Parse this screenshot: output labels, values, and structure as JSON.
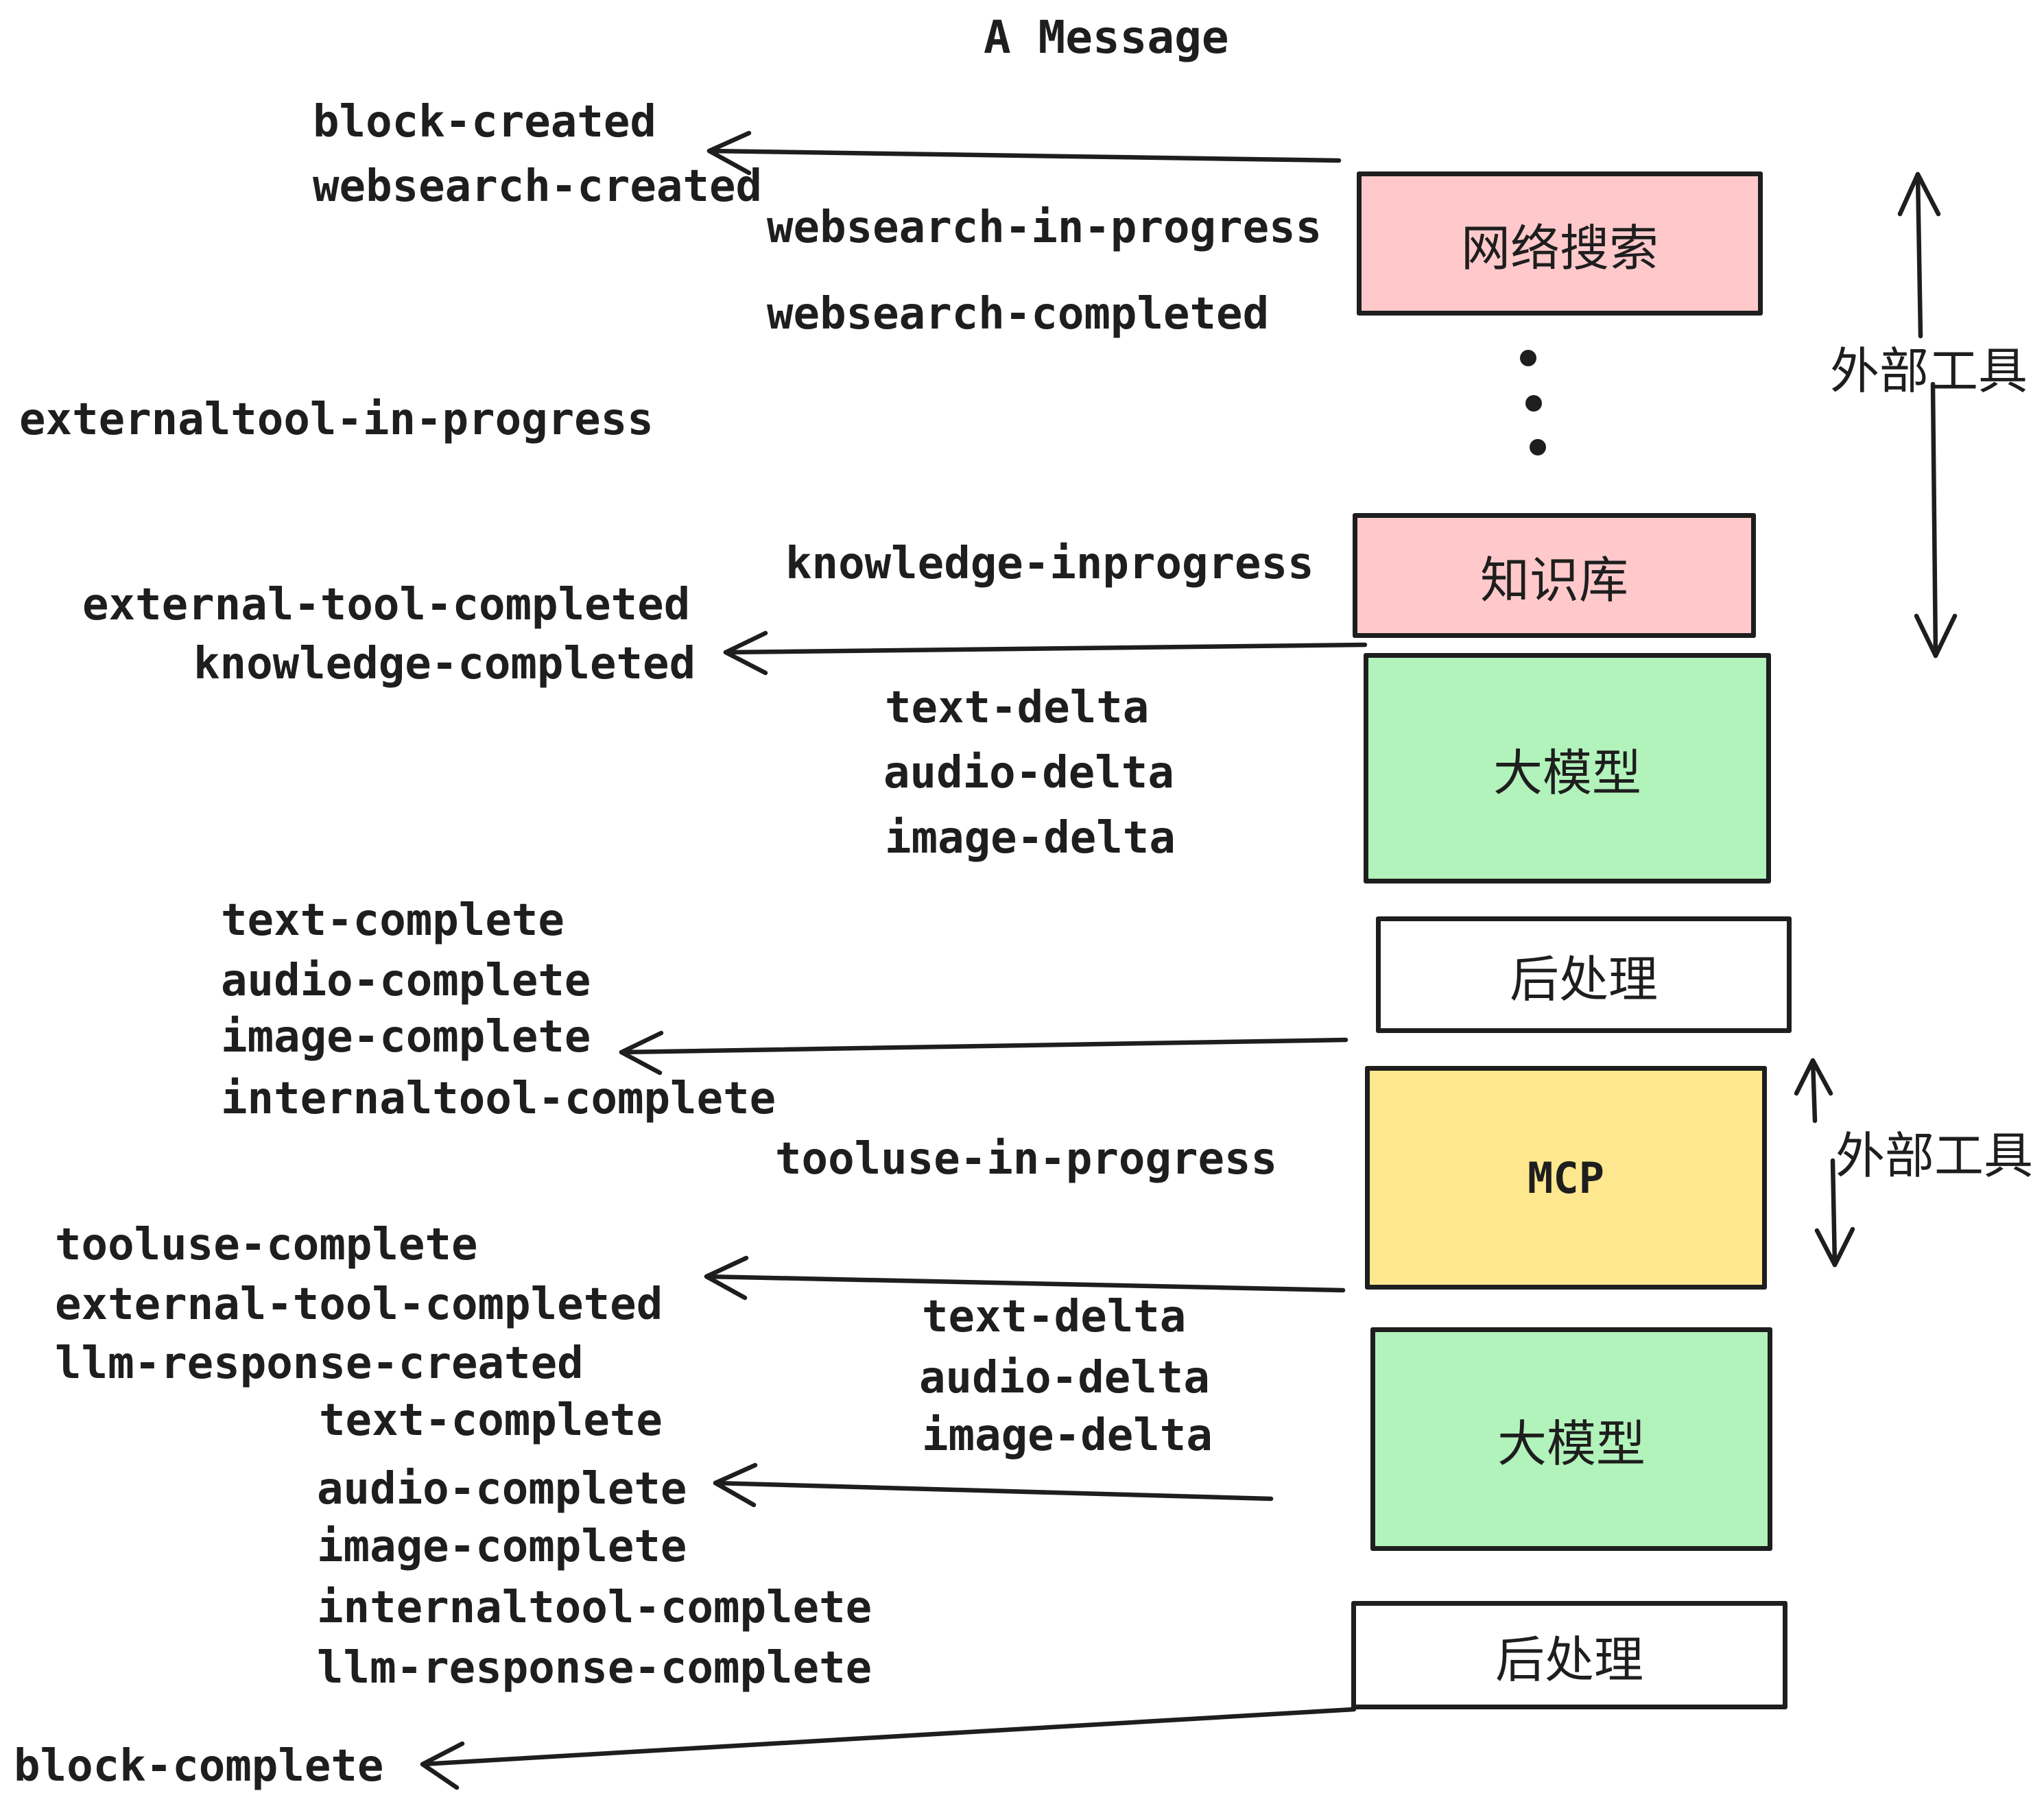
{
  "title": "A Message",
  "colors": {
    "box_pink": "#ffc9cb",
    "box_green": "#b2f2bb",
    "box_yellow": "#ffe78f",
    "box_white": "#ffffff",
    "ink": "#1e1e1e"
  },
  "boxes": [
    {
      "label": "网络搜索",
      "kind": "websearch"
    },
    {
      "label": "知识库",
      "kind": "knowledge-base"
    },
    {
      "label": "大模型",
      "kind": "llm-1"
    },
    {
      "label": "后处理",
      "kind": "post-process-1"
    },
    {
      "label": "MCP",
      "kind": "mcp"
    },
    {
      "label": "大模型",
      "kind": "llm-2"
    },
    {
      "label": "后处理",
      "kind": "post-process-2"
    }
  ],
  "side_labels": [
    {
      "text": "外部工具"
    },
    {
      "text": "外部工具"
    }
  ],
  "events": [
    "block-created",
    "websearch-created",
    "websearch-in-progress",
    "websearch-completed",
    "externaltool-in-progress",
    "knowledge-inprogress",
    "external-tool-completed",
    "knowledge-completed",
    "text-delta",
    "audio-delta",
    "image-delta",
    "text-complete",
    "audio-complete",
    "image-complete",
    "internaltool-complete",
    "tooluse-in-progress",
    "tooluse-complete",
    "external-tool-completed",
    "llm-response-created",
    "text-complete",
    "text-delta",
    "audio-delta",
    "image-delta",
    "audio-complete",
    "image-complete",
    "internaltool-complete",
    "llm-response-complete",
    "block-complete"
  ]
}
